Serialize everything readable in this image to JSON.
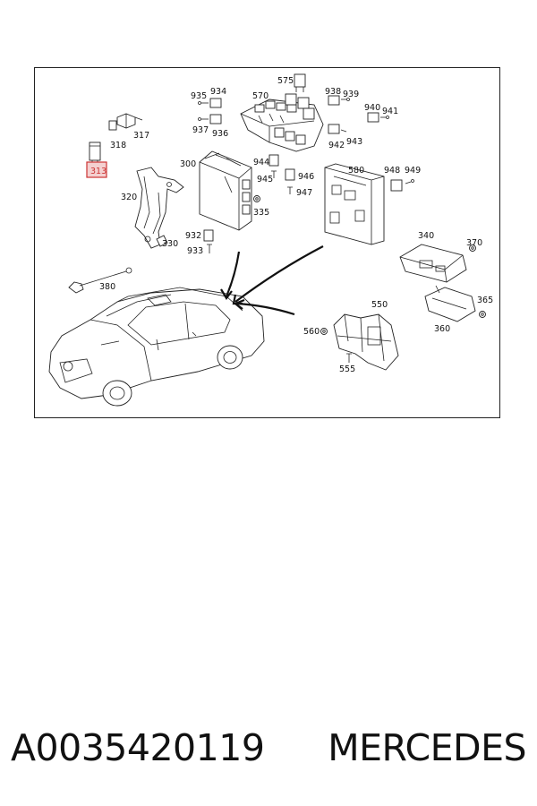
{
  "diagram": {
    "highlight_color": "#cc3333",
    "labels": {
      "p313": "313",
      "p317": "317",
      "p318": "318",
      "p320": "320",
      "p330": "330",
      "p300": "300",
      "p335": "335",
      "p932": "932",
      "p933": "933",
      "p380": "380",
      "p935": "935",
      "p934": "934",
      "p937": "937",
      "p936": "936",
      "p570": "570",
      "p575": "575",
      "p938": "938",
      "p939": "939",
      "p940": "940",
      "p941": "941",
      "p942": "942",
      "p943": "943",
      "p944": "944",
      "p945": "945",
      "p946": "946",
      "p947": "947",
      "p580": "580",
      "p948": "948",
      "p949": "949",
      "p340": "340",
      "p370": "370",
      "p365": "365",
      "p360": "360",
      "p550": "550",
      "p560": "560",
      "p555": "555"
    }
  },
  "caption": {
    "part_number": "A0035420119",
    "brand": "MERCEDES"
  }
}
